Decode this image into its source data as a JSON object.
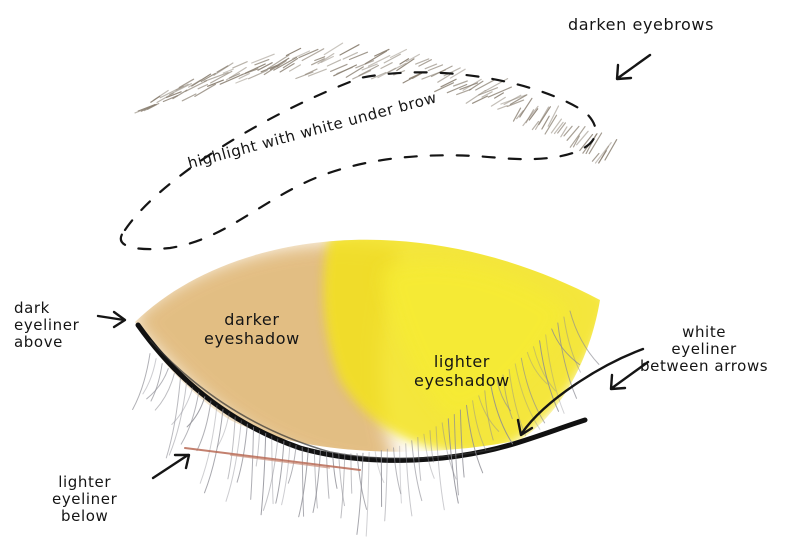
{
  "labels": {
    "eyebrow": "darken eyebrows",
    "highlight": "highlight with white under brow",
    "dark_eyeliner": [
      "dark",
      "eyeliner",
      "above"
    ],
    "darker_eyeshadow": [
      "darker",
      "eyeshadow"
    ],
    "lighter_eyeshadow": [
      "lighter",
      "eyeshadow"
    ],
    "white_eyeliner": [
      "white",
      "eyeliner",
      "between arrows"
    ],
    "lighter_eyeliner": [
      "lighter",
      "eyeliner",
      "below"
    ]
  },
  "colors": {
    "ink": "#151515",
    "brow": "#8a8072",
    "dark_shadow": "#d9a85a",
    "light_shadow": "#f3e21c",
    "lower_liner": "#b86a55",
    "lashes": "#8c8c94"
  }
}
